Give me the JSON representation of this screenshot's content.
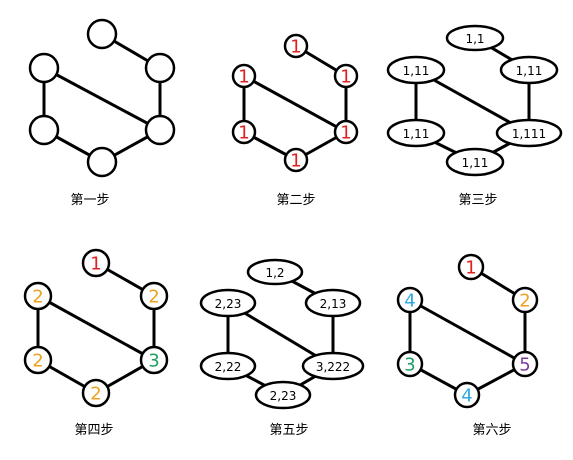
{
  "colors": {
    "red": "#e02020",
    "orange": "#f0a020",
    "green": "#20a060",
    "blue": "#30a8e0",
    "purple": "#7a3ea0",
    "black": "#000000"
  },
  "panels": [
    {
      "caption": "第一步",
      "nodes": [
        {
          "label": "",
          "color": "black"
        },
        {
          "label": "",
          "color": "black"
        },
        {
          "label": "",
          "color": "black"
        },
        {
          "label": "",
          "color": "black"
        },
        {
          "label": "",
          "color": "black"
        },
        {
          "label": "",
          "color": "black"
        }
      ]
    },
    {
      "caption": "第二步",
      "nodes": [
        {
          "label": "1",
          "color": "red"
        },
        {
          "label": "1",
          "color": "red"
        },
        {
          "label": "1",
          "color": "red"
        },
        {
          "label": "1",
          "color": "red"
        },
        {
          "label": "1",
          "color": "red"
        },
        {
          "label": "1",
          "color": "red"
        }
      ]
    },
    {
      "caption": "第三步",
      "nodes": [
        {
          "label": "1,1",
          "color": "black"
        },
        {
          "label": "1,11",
          "color": "black"
        },
        {
          "label": "1,11",
          "color": "black"
        },
        {
          "label": "1,11",
          "color": "black"
        },
        {
          "label": "1,111",
          "color": "black"
        },
        {
          "label": "1,11",
          "color": "black"
        }
      ]
    },
    {
      "caption": "第四步",
      "nodes": [
        {
          "label": "1",
          "color": "red"
        },
        {
          "label": "2",
          "color": "orange"
        },
        {
          "label": "2",
          "color": "orange"
        },
        {
          "label": "2",
          "color": "orange"
        },
        {
          "label": "3",
          "color": "green"
        },
        {
          "label": "2",
          "color": "orange"
        }
      ]
    },
    {
      "caption": "第五步",
      "nodes": [
        {
          "label": "1,2",
          "color": "black"
        },
        {
          "label": "2,23",
          "color": "black"
        },
        {
          "label": "2,13",
          "color": "black"
        },
        {
          "label": "2,22",
          "color": "black"
        },
        {
          "label": "3,222",
          "color": "black"
        },
        {
          "label": "2,23",
          "color": "black"
        }
      ]
    },
    {
      "caption": "第六步",
      "nodes": [
        {
          "label": "1",
          "color": "red"
        },
        {
          "label": "4",
          "color": "blue"
        },
        {
          "label": "2",
          "color": "orange"
        },
        {
          "label": "3",
          "color": "green"
        },
        {
          "label": "5",
          "color": "purple"
        },
        {
          "label": "4",
          "color": "blue"
        }
      ]
    }
  ]
}
